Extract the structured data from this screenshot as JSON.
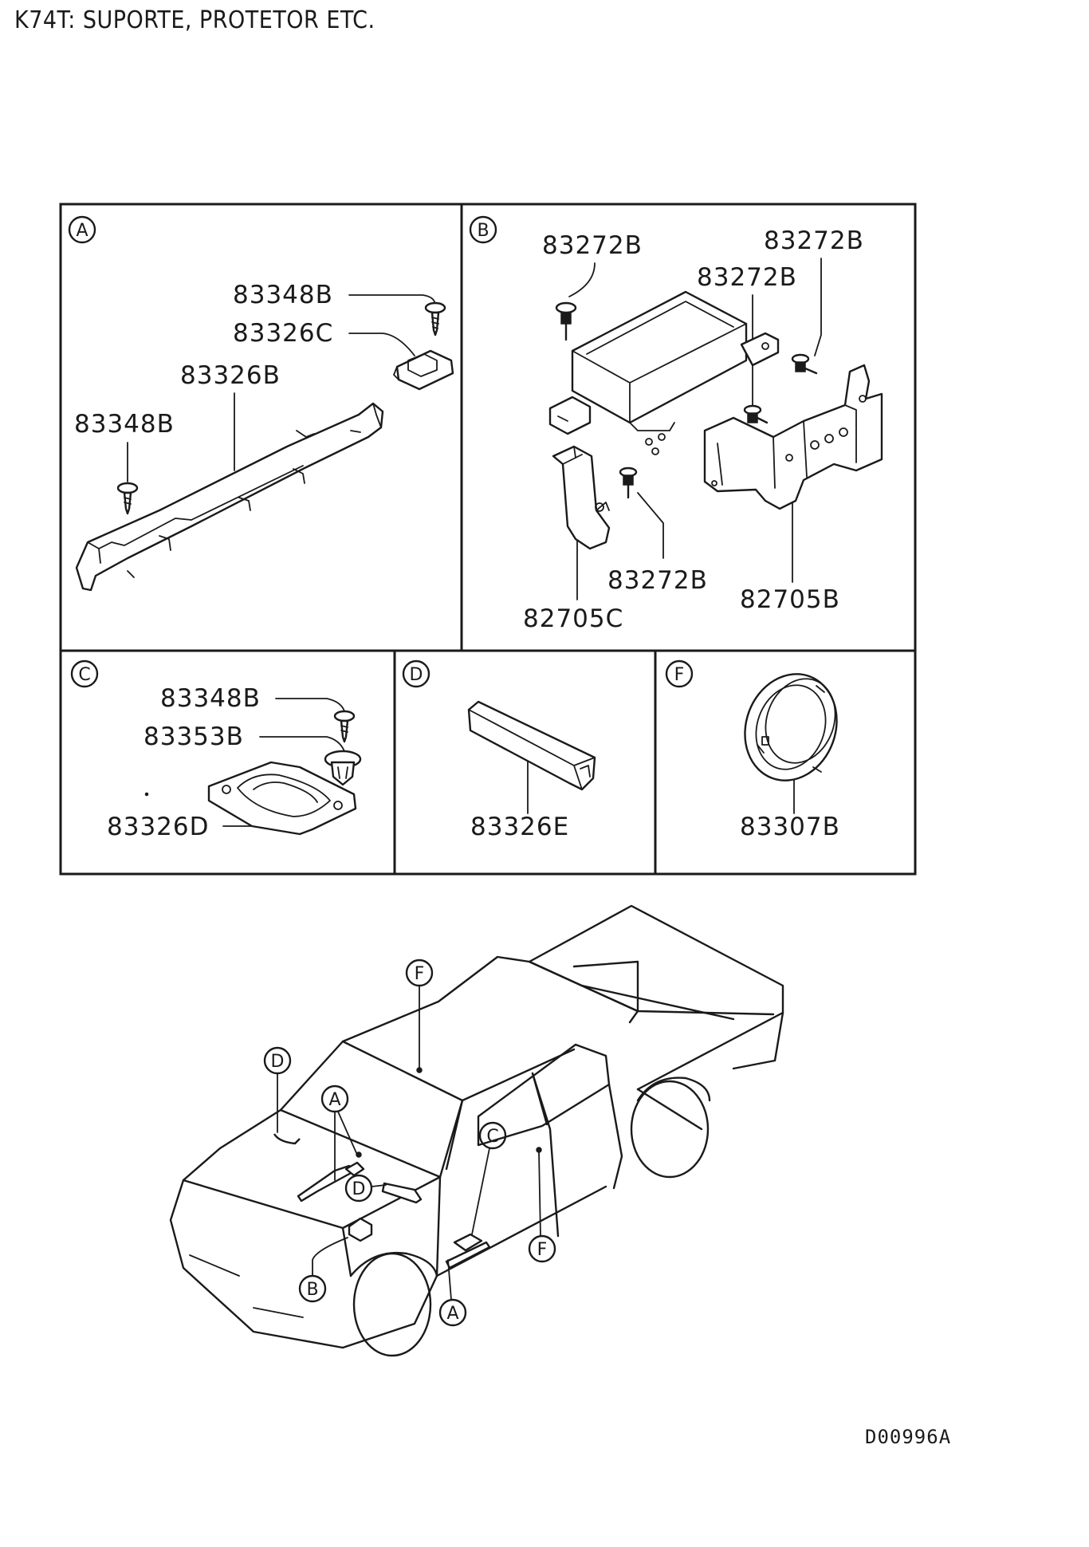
{
  "header": {
    "title": "K74T: SUPORTE, PROTETOR ETC."
  },
  "footer": {
    "doc_code": "D00996A"
  },
  "panels": [
    {
      "id": "A",
      "letter": "A",
      "parts": [
        "83348B",
        "83326C",
        "83326B",
        "83348B"
      ]
    },
    {
      "id": "B",
      "letter": "B",
      "parts": [
        "83272B",
        "83272B",
        "83272B",
        "83272B",
        "82705B",
        "82705C"
      ]
    },
    {
      "id": "C",
      "letter": "C",
      "parts": [
        "83348B",
        "83353B",
        "83326D"
      ]
    },
    {
      "id": "D",
      "letter": "D",
      "parts": [
        "83326E"
      ]
    },
    {
      "id": "F",
      "letter": "F",
      "parts": [
        "83307B"
      ]
    }
  ],
  "vehicle_callouts": [
    "F",
    "D",
    "A",
    "C",
    "D",
    "B",
    "F",
    "A"
  ]
}
